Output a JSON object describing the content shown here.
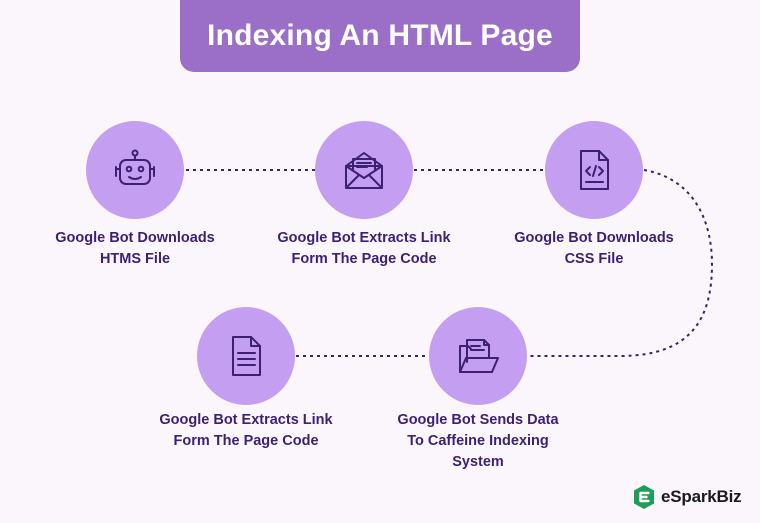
{
  "title": "Indexing An HTML Page",
  "steps": [
    {
      "icon": "robot-icon",
      "line1": "Google Bot Downloads",
      "line2": "HTMS File",
      "line3": ""
    },
    {
      "icon": "envelope-icon",
      "line1": "Google Bot Extracts Link",
      "line2": "Form The Page Code",
      "line3": ""
    },
    {
      "icon": "code-file-icon",
      "line1": "Google Bot Downloads",
      "line2": "CSS File",
      "line3": ""
    },
    {
      "icon": "document-icon",
      "line1": "Google Bot Extracts Link",
      "line2": "Form The Page Code",
      "line3": ""
    },
    {
      "icon": "folder-icon",
      "line1": "Google Bot Sends Data",
      "line2": "To Caffeine Indexing",
      "line3": "System"
    }
  ],
  "logo": {
    "text": "eSparkBiz",
    "icon": "esparkbiz-logo-icon"
  },
  "colors": {
    "banner": "#9b6fc7",
    "circle": "#c49ef0",
    "label_text": "#3d1f73",
    "icon_stroke": "#3d1f73",
    "connector": "#3d1f73",
    "logo_green": "#1f9e57",
    "background": "#faf6fc"
  }
}
